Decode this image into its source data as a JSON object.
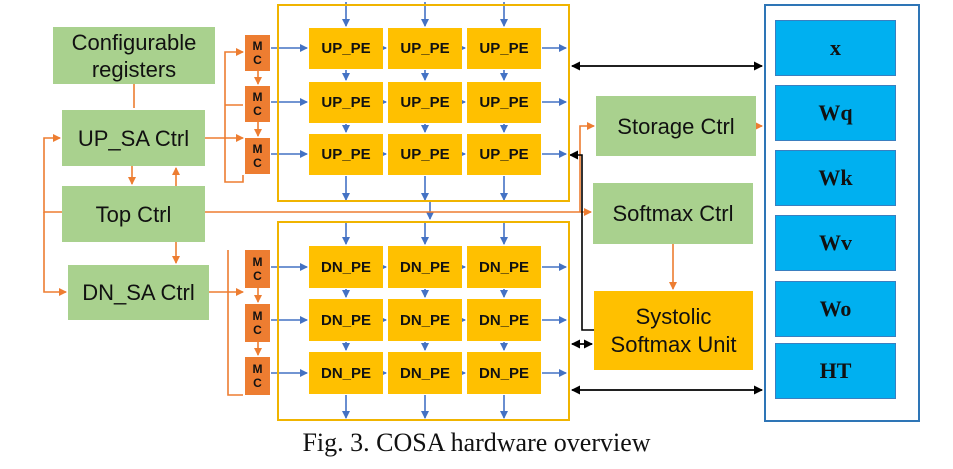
{
  "blocks": {
    "config_registers": "Configurable registers",
    "up_sa_ctrl": "UP_SA Ctrl",
    "top_ctrl": "Top Ctrl",
    "dn_sa_ctrl": "DN_SA Ctrl",
    "storage_ctrl": "Storage Ctrl",
    "softmax_ctrl": "Softmax Ctrl",
    "systolic_softmax_unit": "Systolic Softmax Unit"
  },
  "mc_label": [
    "M",
    "C"
  ],
  "up_pe_label": "UP_PE",
  "dn_pe_label": "DN_PE",
  "memory_banks": [
    "x",
    "Wq",
    "Wk",
    "Wv",
    "Wo",
    "HT"
  ],
  "caption": "Fig. 3.  COSA hardware overview",
  "colors": {
    "control_block": "#a9d18e",
    "pe": "#ffc000",
    "mc": "#ed7d31",
    "memory": "#00b0f0",
    "array_frame": "#f0b400",
    "memory_frame": "#2e75b6",
    "data_arrow": "#4472c4",
    "control_arrow": "#ed7d31",
    "bus_arrow": "#000000"
  }
}
